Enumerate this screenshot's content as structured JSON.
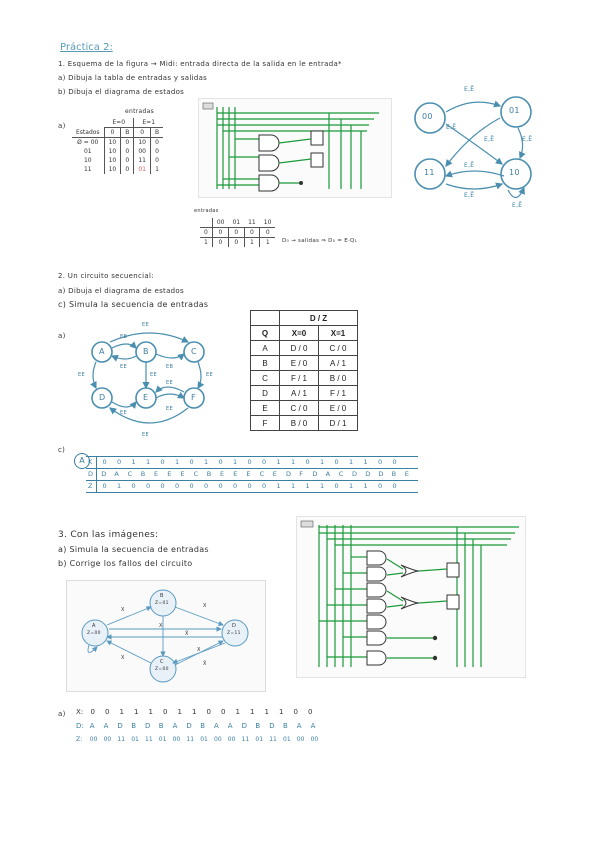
{
  "practice_title": "Práctica 2:",
  "ex1": {
    "statement": "1. Esquema de la figura → Midi: entrada directa de la salida en le entrada*",
    "a": "a) Dibuja la tabla de entradas y salidas",
    "b": "b) Dibuja el diagrama de estados",
    "label_a": "a)",
    "table_top": "entradas",
    "table_groups": [
      "E=0",
      "E=1"
    ],
    "table_header": [
      "Estados",
      "0",
      "B",
      "0",
      "B"
    ],
    "table_rows": [
      [
        "Ø = 00",
        "10",
        "0",
        "10",
        "0"
      ],
      [
        "01",
        "10",
        "0",
        "00",
        "0"
      ],
      [
        "10",
        "10",
        "0",
        "11",
        "0"
      ],
      [
        "11",
        "10",
        "0",
        "01",
        "1"
      ]
    ],
    "karnaugh_label": "entradas",
    "karnaugh_cols": [
      "00",
      "01",
      "11",
      "10"
    ],
    "karnaugh_rows": [
      [
        "0",
        "0",
        "0",
        "0",
        "0"
      ],
      [
        "1",
        "0",
        "0",
        "1",
        "1"
      ]
    ],
    "karnaugh_note": "D₀ → salidas ⇒ D₀ = E·Q₁",
    "states": [
      "00",
      "01",
      "11",
      "10"
    ],
    "edges": [
      "E,Ē",
      "E,Ē",
      "E,Ē",
      "E,Ē",
      "E,Ē",
      "E,Ē",
      "E,Ē"
    ]
  },
  "ex2": {
    "statement": "2. Un circuito secuencial:",
    "a": "a) Dibuja el diagrama de estados",
    "c": "c) Simula la secuencia de entradas",
    "label_a": "a)",
    "label_c": "c)",
    "states": [
      "A",
      "B",
      "C",
      "D",
      "E",
      "F"
    ],
    "edges": [
      "EE",
      "EB",
      "EE",
      "EB",
      "EE",
      "EE",
      "EE",
      "EE",
      "EE",
      "EE",
      "EE"
    ],
    "dz_table": {
      "title": "D / Z",
      "header": [
        "Q",
        "X=0",
        "X=1"
      ],
      "rows": [
        [
          "A",
          "D / 0",
          "C / 0"
        ],
        [
          "B",
          "E / 0",
          "A / 1"
        ],
        [
          "C",
          "F / 1",
          "B / 0"
        ],
        [
          "D",
          "A / 1",
          "F / 1"
        ],
        [
          "E",
          "C / 0",
          "E / 0"
        ],
        [
          "F",
          "B / 0",
          "D / 1"
        ]
      ]
    },
    "seq_circle": "A",
    "seq_K": [
      "K",
      "0",
      "0",
      "1",
      "1",
      "0",
      "1",
      "0",
      "1",
      "0",
      "1",
      "0",
      "0",
      "1",
      "1",
      "0",
      "1",
      "0",
      "1",
      "1",
      "0",
      "0"
    ],
    "seq_D": [
      "D",
      "D",
      "A",
      "C",
      "B",
      "E",
      "E",
      "E",
      "C",
      "B",
      "E",
      "E",
      "E",
      "C",
      "E",
      "D",
      "F",
      "D",
      "A",
      "C",
      "D",
      "D",
      "D",
      "B",
      "E"
    ],
    "seq_Z": [
      "Z",
      "0",
      "1",
      "0",
      "0",
      "0",
      "0",
      "0",
      "0",
      "0",
      "0",
      "0",
      "0",
      "1",
      "1",
      "1",
      "1",
      "0",
      "1",
      "1",
      "0",
      "0"
    ]
  },
  "ex3": {
    "statement": "3. Con las imágenes:",
    "a": "a) Simula la secuencia de entradas",
    "b": "b) Corrige los fallos del circuito",
    "nodes": [
      {
        "name": "B",
        "out": "Z=01"
      },
      {
        "name": "A",
        "out": "Z=00"
      },
      {
        "name": "D",
        "out": "Z=11"
      },
      {
        "name": "C",
        "out": "Z=00"
      }
    ],
    "edge_label": "X",
    "edge_label_bar": "X̄",
    "seq_label": "a)",
    "seq_X": [
      "X:",
      "0",
      "0",
      "1",
      "1",
      "1",
      "0",
      "1",
      "1",
      "0",
      "0",
      "1",
      "1",
      "1",
      "1",
      "0",
      "0"
    ],
    "seq_D": [
      "D:",
      "A",
      "A",
      "D",
      "B",
      "D",
      "B",
      "A",
      "D",
      "B",
      "A",
      "A",
      "D",
      "B",
      "D",
      "B",
      "A",
      "A"
    ],
    "seq_Z": [
      "Z:",
      "00",
      "00",
      "11",
      "01",
      "11",
      "01",
      "00",
      "11",
      "01",
      "00",
      "00",
      "11",
      "01",
      "11",
      "01",
      "00",
      "00"
    ]
  }
}
